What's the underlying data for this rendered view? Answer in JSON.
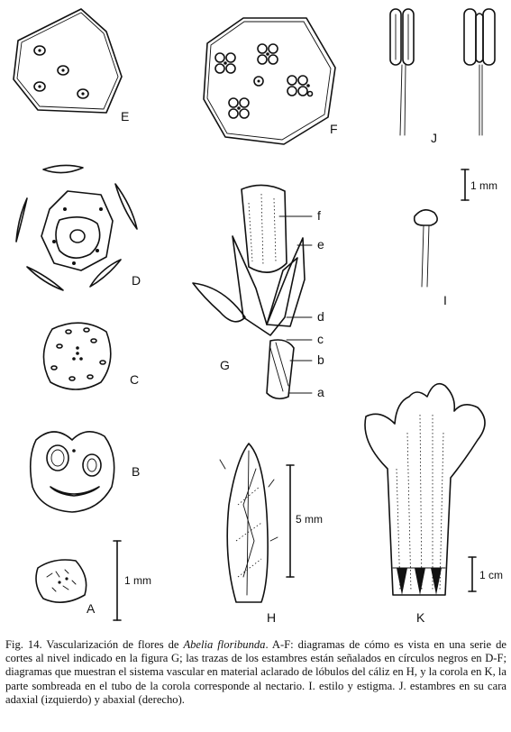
{
  "figure": {
    "panel_labels": {
      "A": "A",
      "B": "B",
      "C": "C",
      "D": "D",
      "E": "E",
      "F": "F",
      "G": "G",
      "H": "H",
      "I": "I",
      "J": "J",
      "K": "K"
    },
    "part_labels": {
      "a": "a",
      "b": "b",
      "c": "c",
      "d": "d",
      "e": "e",
      "f": "f"
    },
    "scale_bars": {
      "ab_scale": "1 mm",
      "ij_scale": "1 mm",
      "h_scale": "5 mm",
      "k_scale": "1 cm"
    }
  },
  "caption": {
    "lead": "Fig. 14. Vascularización de flores de ",
    "species": "Abelia floribunda",
    "body": ". A-F: diagramas de cómo es vista en una serie de cortes al nivel indicado en la figura G; las trazas de los estambres están señalados en círculos negros en D-F; diagramas que muestran el sistema vascular en material aclarado de lóbulos del cáliz en H, y la corola en K, la parte sombreada en el tubo de la corola corresponde al nectario. I. estilo y estigma. J. estambres en su cara adaxial (izquierdo) y abaxial (derecho)."
  }
}
